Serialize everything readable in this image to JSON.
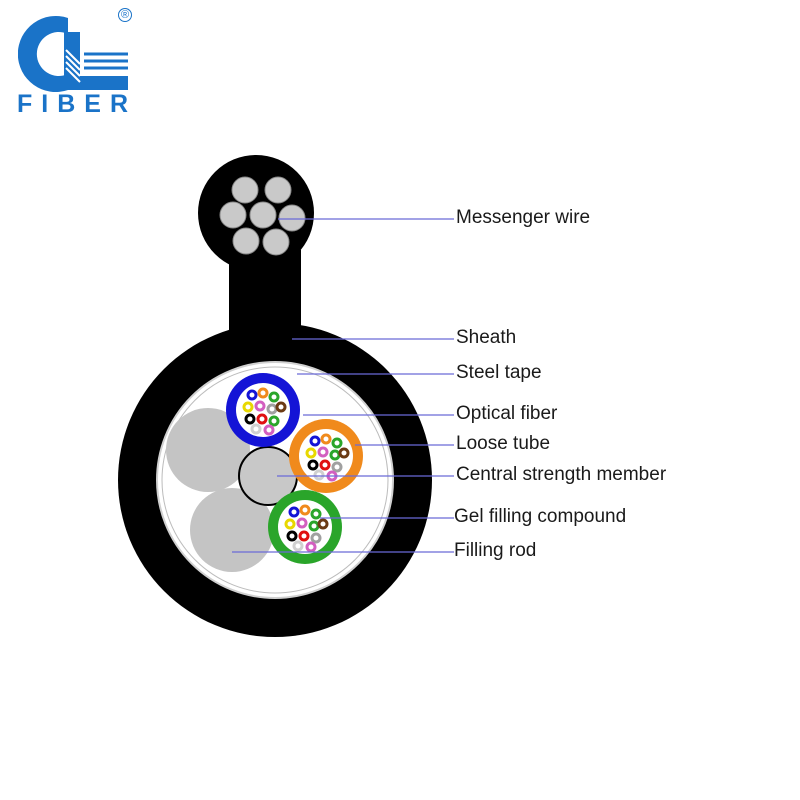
{
  "logo": {
    "text": "FIBER",
    "registered": "®",
    "brand_color": "#1a73c8"
  },
  "diagram": {
    "labels": [
      {
        "id": "messenger-wire",
        "text": "Messenger wire"
      },
      {
        "id": "sheath",
        "text": "Sheath"
      },
      {
        "id": "steel-tape",
        "text": "Steel tape"
      },
      {
        "id": "optical-fiber",
        "text": "Optical fiber"
      },
      {
        "id": "loose-tube",
        "text": "Loose tube"
      },
      {
        "id": "central-strength-member",
        "text": "Central strength member"
      },
      {
        "id": "gel-filling-compound",
        "text": "Gel filling compound"
      },
      {
        "id": "filling-rod",
        "text": "Filling rod"
      }
    ],
    "colors": {
      "sheath": "#000000",
      "wire": "#c9c9c9",
      "filler": "#c4c4c4",
      "tube_blue": "#1414d6",
      "tube_orange": "#f08a1c",
      "tube_green": "#2aa52a",
      "leader_line": "#6a6ad8"
    }
  }
}
